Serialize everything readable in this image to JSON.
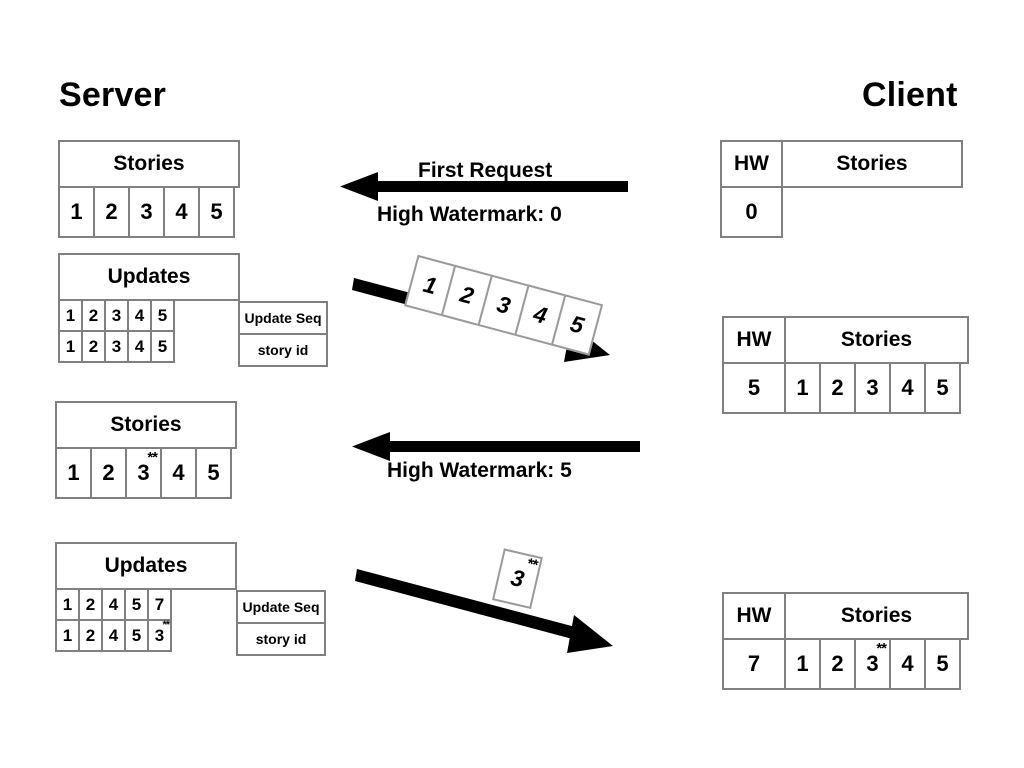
{
  "headings": {
    "server": "Server",
    "client": "Client"
  },
  "labels": {
    "stories": "Stories",
    "updates": "Updates",
    "hw": "HW",
    "update_seq": "Update Seq",
    "story_id": "story id",
    "star": "**"
  },
  "messages": {
    "first_request": "First Request",
    "high_watermark_0": "High Watermark: 0",
    "high_watermark_5": "High Watermark: 5"
  },
  "server": {
    "stories_1": {
      "header": "Stories",
      "cells": [
        "1",
        "2",
        "3",
        "4",
        "5"
      ]
    },
    "updates_1": {
      "header": "Updates",
      "update_seq": [
        "1",
        "2",
        "3",
        "4",
        "5"
      ],
      "story_id": [
        "1",
        "2",
        "3",
        "4",
        "5"
      ],
      "legend": [
        "Update Seq",
        "story id"
      ]
    },
    "stories_2": {
      "header": "Stories",
      "cells": [
        "1",
        "2",
        "3",
        "4",
        "5"
      ],
      "starred_index": 2
    },
    "updates_2": {
      "header": "Updates",
      "update_seq": [
        "1",
        "2",
        "4",
        "5",
        "7"
      ],
      "story_id": [
        "1",
        "2",
        "4",
        "5",
        "3"
      ],
      "story_id_starred_index": 4,
      "legend": [
        "Update Seq",
        "story id"
      ]
    }
  },
  "client": {
    "state_1": {
      "hw_header": "HW",
      "stories_header": "Stories",
      "hw_value": "0",
      "stories": []
    },
    "state_2": {
      "hw_header": "HW",
      "stories_header": "Stories",
      "hw_value": "5",
      "stories": [
        "1",
        "2",
        "3",
        "4",
        "5"
      ]
    },
    "state_3": {
      "hw_header": "HW",
      "stories_header": "Stories",
      "hw_value": "7",
      "stories": [
        "1",
        "2",
        "3",
        "4",
        "5"
      ],
      "starred_index": 2
    }
  },
  "transfers": {
    "payload_1": {
      "cards": [
        "1",
        "2",
        "3",
        "4",
        "5"
      ]
    },
    "payload_2": {
      "cards": [
        "3"
      ],
      "starred_index": 0
    }
  },
  "colors": {
    "border": "#808080",
    "card_border": "#9a9a9a",
    "arrow": "#000000",
    "text": "#000000",
    "background": "#ffffff"
  }
}
